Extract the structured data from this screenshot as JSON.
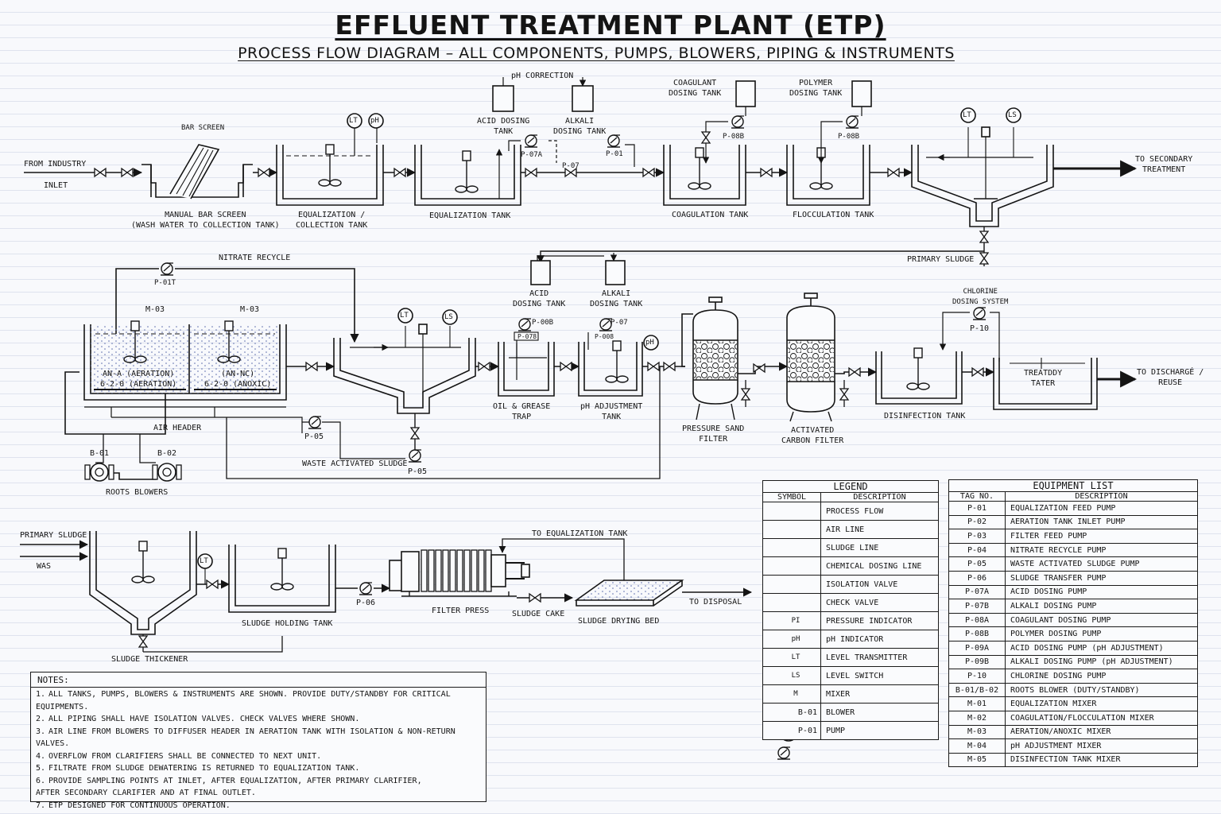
{
  "header": {
    "title": "EFFLUENT TREATMENT PLANT (ETP)",
    "subtitle": "PROCESS FLOW DIAGRAM – ALL COMPONENTS, PUMPS, BLOWERS, PIPING & INSTRUMENTS"
  },
  "labels": {
    "from_industry": "FROM INDUSTRY",
    "inlet": "INLET",
    "bar_screen": "BAR SCREEN",
    "manual_bar_screen": "MANUAL BAR SCREEN\n(WASH WATER TO COLLECTION TANK)",
    "eq_collection_tank": "EQUALIZATION /\nCOLLECTION TANK",
    "equalization_tank": "EQUALIZATION TANK",
    "ph_correction": "pH CORRECTION",
    "acid_dosing_tank_top": "ACID DOSING\nTANK",
    "alkali_dosing_tank_top": "ALKALI\nDOSING TANK",
    "p07a_top": "P-07A",
    "p07_top": "P-07",
    "p01_top": "P-01",
    "coagulant_dosing_tank": "COAGULANT\nDOSING TANK",
    "polymer_dosing_tank": "POLYMER\nDOSING TANK",
    "p08b_coag": "P-08B",
    "p08b_poly": "P-08B",
    "coagulation_tank": "COAGULATION TANK",
    "flocculation_tank": "FLOCCULATION TANK",
    "to_secondary": "TO SECONDARY\nTREATMENT",
    "primary_sludge_top": "PRIMARY SLUDGE",
    "nitrate_recycle": "NITRATE RECYCLE",
    "p01t": "P-01T",
    "m03_a": "M-03",
    "m03_b": "M-03",
    "aeration_zone": "AN-A (AERATION)\n6-2-0 (AERATION)",
    "anoxic_zone": "(AN-NC)\n6-2-0 (ANOXIC)",
    "air_header": "AIR HEADER",
    "p05_mid": "P-05",
    "b01": "B-01",
    "b02": "B-02",
    "roots_blowers": "ROOTS BLOWERS",
    "waste_activated_sludge": "WASTE ACTIVATED SLUDGE",
    "p05_low": "P-05",
    "acid_dosing_tank_mid": "ACID\nDOSING TANK",
    "alkali_dosing_tank_mid": "ALKALI\nDOSING TANK",
    "p00b": "P-00B",
    "p07_mid": "P-07",
    "p078": "P-078",
    "p008": "P-008",
    "oil_grease_trap": "OIL & GREASE\nTRAP",
    "ph_adjustment_tank": "pH ADJUSTMENT\nTANK",
    "pressure_sand_filter": "PRESSURE SAND\nFILTER",
    "activated_carbon_filter": "ACTIVATED\nCARBON FILTER",
    "chlorine_dosing_system": "CHLORINE\nDOSING SYSTEM",
    "p10": "P-10",
    "disinfection_tank": "DISINFECTION TANK",
    "treated_water": "TREATDDY\nTATER",
    "to_discharge": "TO DISCHARGÉ /\nREUSE",
    "primary_sludge_low": "PRIMARY SLUDGE",
    "was": "WAS",
    "sludge_thickener": "SLUDGE THICKENER",
    "sludge_holding_tank": "SLUDGE HOLDING TANK",
    "p06": "P-06",
    "to_equalization_tank": "TO EQUALIZATION TANK",
    "filter_press": "FILTER PRESS",
    "sludge_cake": "SLUDGE CAKE",
    "sludge_drying_bed": "SLUDGE DRYING BED",
    "to_disposal": "TO DISPOSAL"
  },
  "instruments": {
    "lt": "LT",
    "ph": "pH",
    "ls": "LS",
    "pi": "PI",
    "m": "M"
  },
  "legend": {
    "title": "LEGEND",
    "col_symbol": "SYMBOL",
    "col_description": "DESCRIPTION",
    "rows": [
      {
        "symbol": "process-flow-arrow",
        "description": "PROCESS FLOW"
      },
      {
        "symbol": "air-line-arrow",
        "description": "AIR LINE"
      },
      {
        "symbol": "sludge-line-arrow",
        "description": "SLUDGE LINE"
      },
      {
        "symbol": "chemical-dosing-line",
        "description": "CHEMICAL DOSING LINE"
      },
      {
        "symbol": "isolation-valve-icon",
        "description": "ISOLATION VALVE"
      },
      {
        "symbol": "check-valve-icon",
        "description": "CHECK VALVE"
      },
      {
        "symbol": "PI",
        "description": "PRESSURE INDICATOR"
      },
      {
        "symbol": "pH",
        "description": "pH INDICATOR"
      },
      {
        "symbol": "LT",
        "description": "LEVEL TRANSMITTER"
      },
      {
        "symbol": "LS",
        "description": "LEVEL SWITCH"
      },
      {
        "symbol": "M",
        "description": "MIXER"
      },
      {
        "symbol": "B-01",
        "description": "BLOWER"
      },
      {
        "symbol": "P-01",
        "description": "PUMP"
      }
    ]
  },
  "equipment": {
    "title": "EQUIPMENT LIST",
    "col_tag": "TAG NO.",
    "col_description": "DESCRIPTION",
    "rows": [
      {
        "tag": "P-01",
        "description": "EQUALIZATION FEED PUMP"
      },
      {
        "tag": "P-02",
        "description": "AERATION TANK INLET PUMP"
      },
      {
        "tag": "P-03",
        "description": "FILTER FEED PUMP"
      },
      {
        "tag": "P-04",
        "description": "NITRATE RECYCLE PUMP"
      },
      {
        "tag": "P-05",
        "description": "WASTE ACTIVATED SLUDGE PUMP"
      },
      {
        "tag": "P-06",
        "description": "SLUDGE TRANSFER PUMP"
      },
      {
        "tag": "P-07A",
        "description": "ACID DOSING PUMP"
      },
      {
        "tag": "P-07B",
        "description": "ALKALI DOSING PUMP"
      },
      {
        "tag": "P-08A",
        "description": "COAGULANT DOSING PUMP"
      },
      {
        "tag": "P-08B",
        "description": "POLYMER DOSING PUMP"
      },
      {
        "tag": "P-09A",
        "description": "ACID DOSING PUMP (pH ADJUSTMENT)"
      },
      {
        "tag": "P-09B",
        "description": "ALKALI DOSING PUMP (pH ADJUSTMENT)"
      },
      {
        "tag": "P-10",
        "description": "CHLORINE DOSING PUMP"
      },
      {
        "tag": "B-01/B-02",
        "description": "ROOTS BLOWER (DUTY/STANDBY)"
      },
      {
        "tag": "M-01",
        "description": "EQUALIZATION MIXER"
      },
      {
        "tag": "M-02",
        "description": "COAGULATION/FLOCCULATION MIXER"
      },
      {
        "tag": "M-03",
        "description": "AERATION/ANOXIC MIXER"
      },
      {
        "tag": "M-04",
        "description": "pH ADJUSTMENT MIXER"
      },
      {
        "tag": "M-05",
        "description": "DISINFECTION TANK MIXER"
      }
    ]
  },
  "notes": {
    "title": "NOTES:",
    "items": [
      {
        "num": "1.",
        "text": "ALL TANKS, PUMPS, BLOWERS & INSTRUMENTS ARE SHOWN. PROVIDE DUTY/STANDBY FOR CRITICAL EQUIPMENTS."
      },
      {
        "num": "2.",
        "text": "ALL PIPING SHALL HAVE ISOLATION VALVES. CHECK VALVES WHERE SHOWN."
      },
      {
        "num": "3.",
        "text": "AIR LINE FROM BLOWERS TO DIFFUSER HEADER IN AERATION TANK WITH ISOLATION & NON-RETURN VALVES."
      },
      {
        "num": "4.",
        "text": "OVERFLOW FROM CLARIFIERS SHALL BE CONNECTED TO NEXT UNIT."
      },
      {
        "num": "5.",
        "text": "FILTRATE FROM SLUDGE DEWATERING IS RETURNED TO EQUALIZATION TANK."
      },
      {
        "num": "6.",
        "text": "PROVIDE SAMPLING POINTS AT INLET, AFTER EQUALIZATION, AFTER PRIMARY CLARIFIER,\nAFTER SECONDARY CLARIFIER AND AT FINAL OUTLET."
      },
      {
        "num": "7.",
        "text": "ETP DESIGNED FOR CONTINUOUS OPERATION."
      }
    ]
  }
}
